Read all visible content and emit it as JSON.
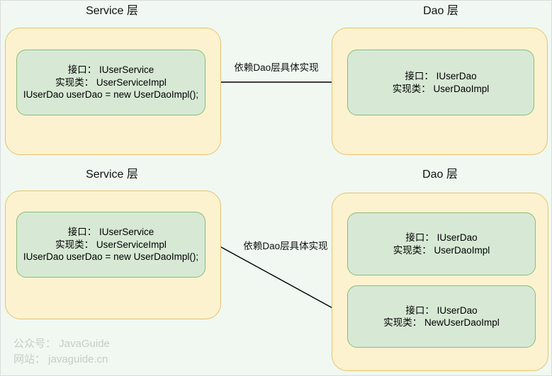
{
  "colors": {
    "background": "#F0F8F1",
    "outer_box_fill": "#FCF2CF",
    "outer_box_border": "#E5C36D",
    "inner_box_fill": "#D7E9D5",
    "inner_box_border": "#8CBB79",
    "arrow": "#000000",
    "text": "#111111",
    "watermark": "#C7CCC7"
  },
  "diagrams": [
    {
      "service": {
        "title": "Service 层",
        "lines": [
          "接口： IUserService",
          "实现类： UserServiceImpl",
          "IUserDao userDao = new UserDaoImpl();"
        ]
      },
      "arrow_label": "依赖Dao层具体实现",
      "dao": {
        "title": "Dao 层",
        "boxes": [
          {
            "lines": [
              "接口： IUserDao",
              "实现类： UserDaoImpl"
            ]
          }
        ]
      }
    },
    {
      "service": {
        "title": "Service 层",
        "lines": [
          "接口： IUserService",
          "实现类： UserServiceImpl",
          "IUserDao userDao = new UserDaoImpl();"
        ]
      },
      "arrow_label": "依赖Dao层具体实现",
      "dao": {
        "title": "Dao 层",
        "boxes": [
          {
            "lines": [
              "接口： IUserDao",
              "实现类： UserDaoImpl"
            ]
          },
          {
            "lines": [
              "接口： IUserDao",
              "实现类： NewUserDaoImpl"
            ]
          }
        ]
      }
    }
  ],
  "watermark": {
    "lines": [
      "公众号： JavaGuide",
      "网站： javaguide.cn"
    ]
  }
}
